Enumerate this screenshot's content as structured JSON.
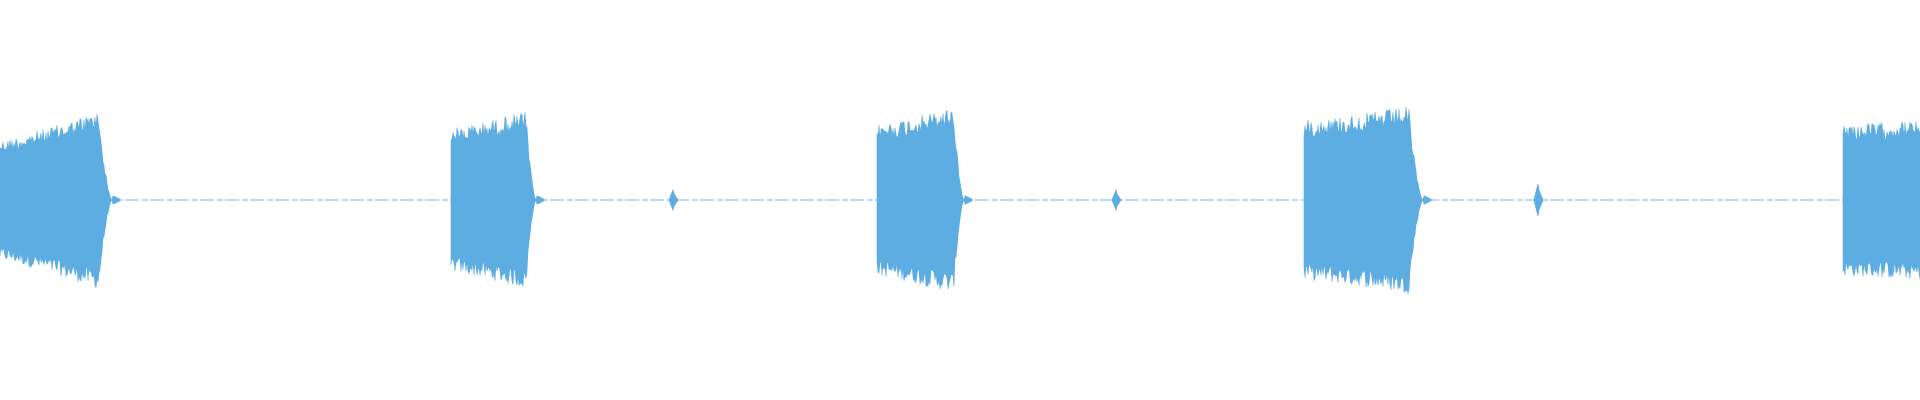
{
  "waveform": {
    "color": "#5dade2",
    "background": "#ffffff",
    "duration_fraction_note_free": true,
    "bursts": [
      {
        "start": 0.0,
        "end": 0.0585,
        "peak": 0.47,
        "start_level": 0.3
      },
      {
        "start": 0.235,
        "end": 0.279,
        "peak": 0.46,
        "start_level": 0.36
      },
      {
        "start": 0.457,
        "end": 0.502,
        "peak": 0.48,
        "start_level": 0.38
      },
      {
        "start": 0.679,
        "end": 0.741,
        "peak": 0.48,
        "start_level": 0.4
      },
      {
        "start": 0.96,
        "end": 1.0,
        "peak": 0.4,
        "start_level": 0.38
      }
    ],
    "clicks": [
      {
        "position": 0.3505,
        "level": 0.05
      },
      {
        "position": 0.581,
        "level": 0.05
      },
      {
        "position": 0.801,
        "level": 0.08
      }
    ],
    "noise_floor": 0.004
  }
}
